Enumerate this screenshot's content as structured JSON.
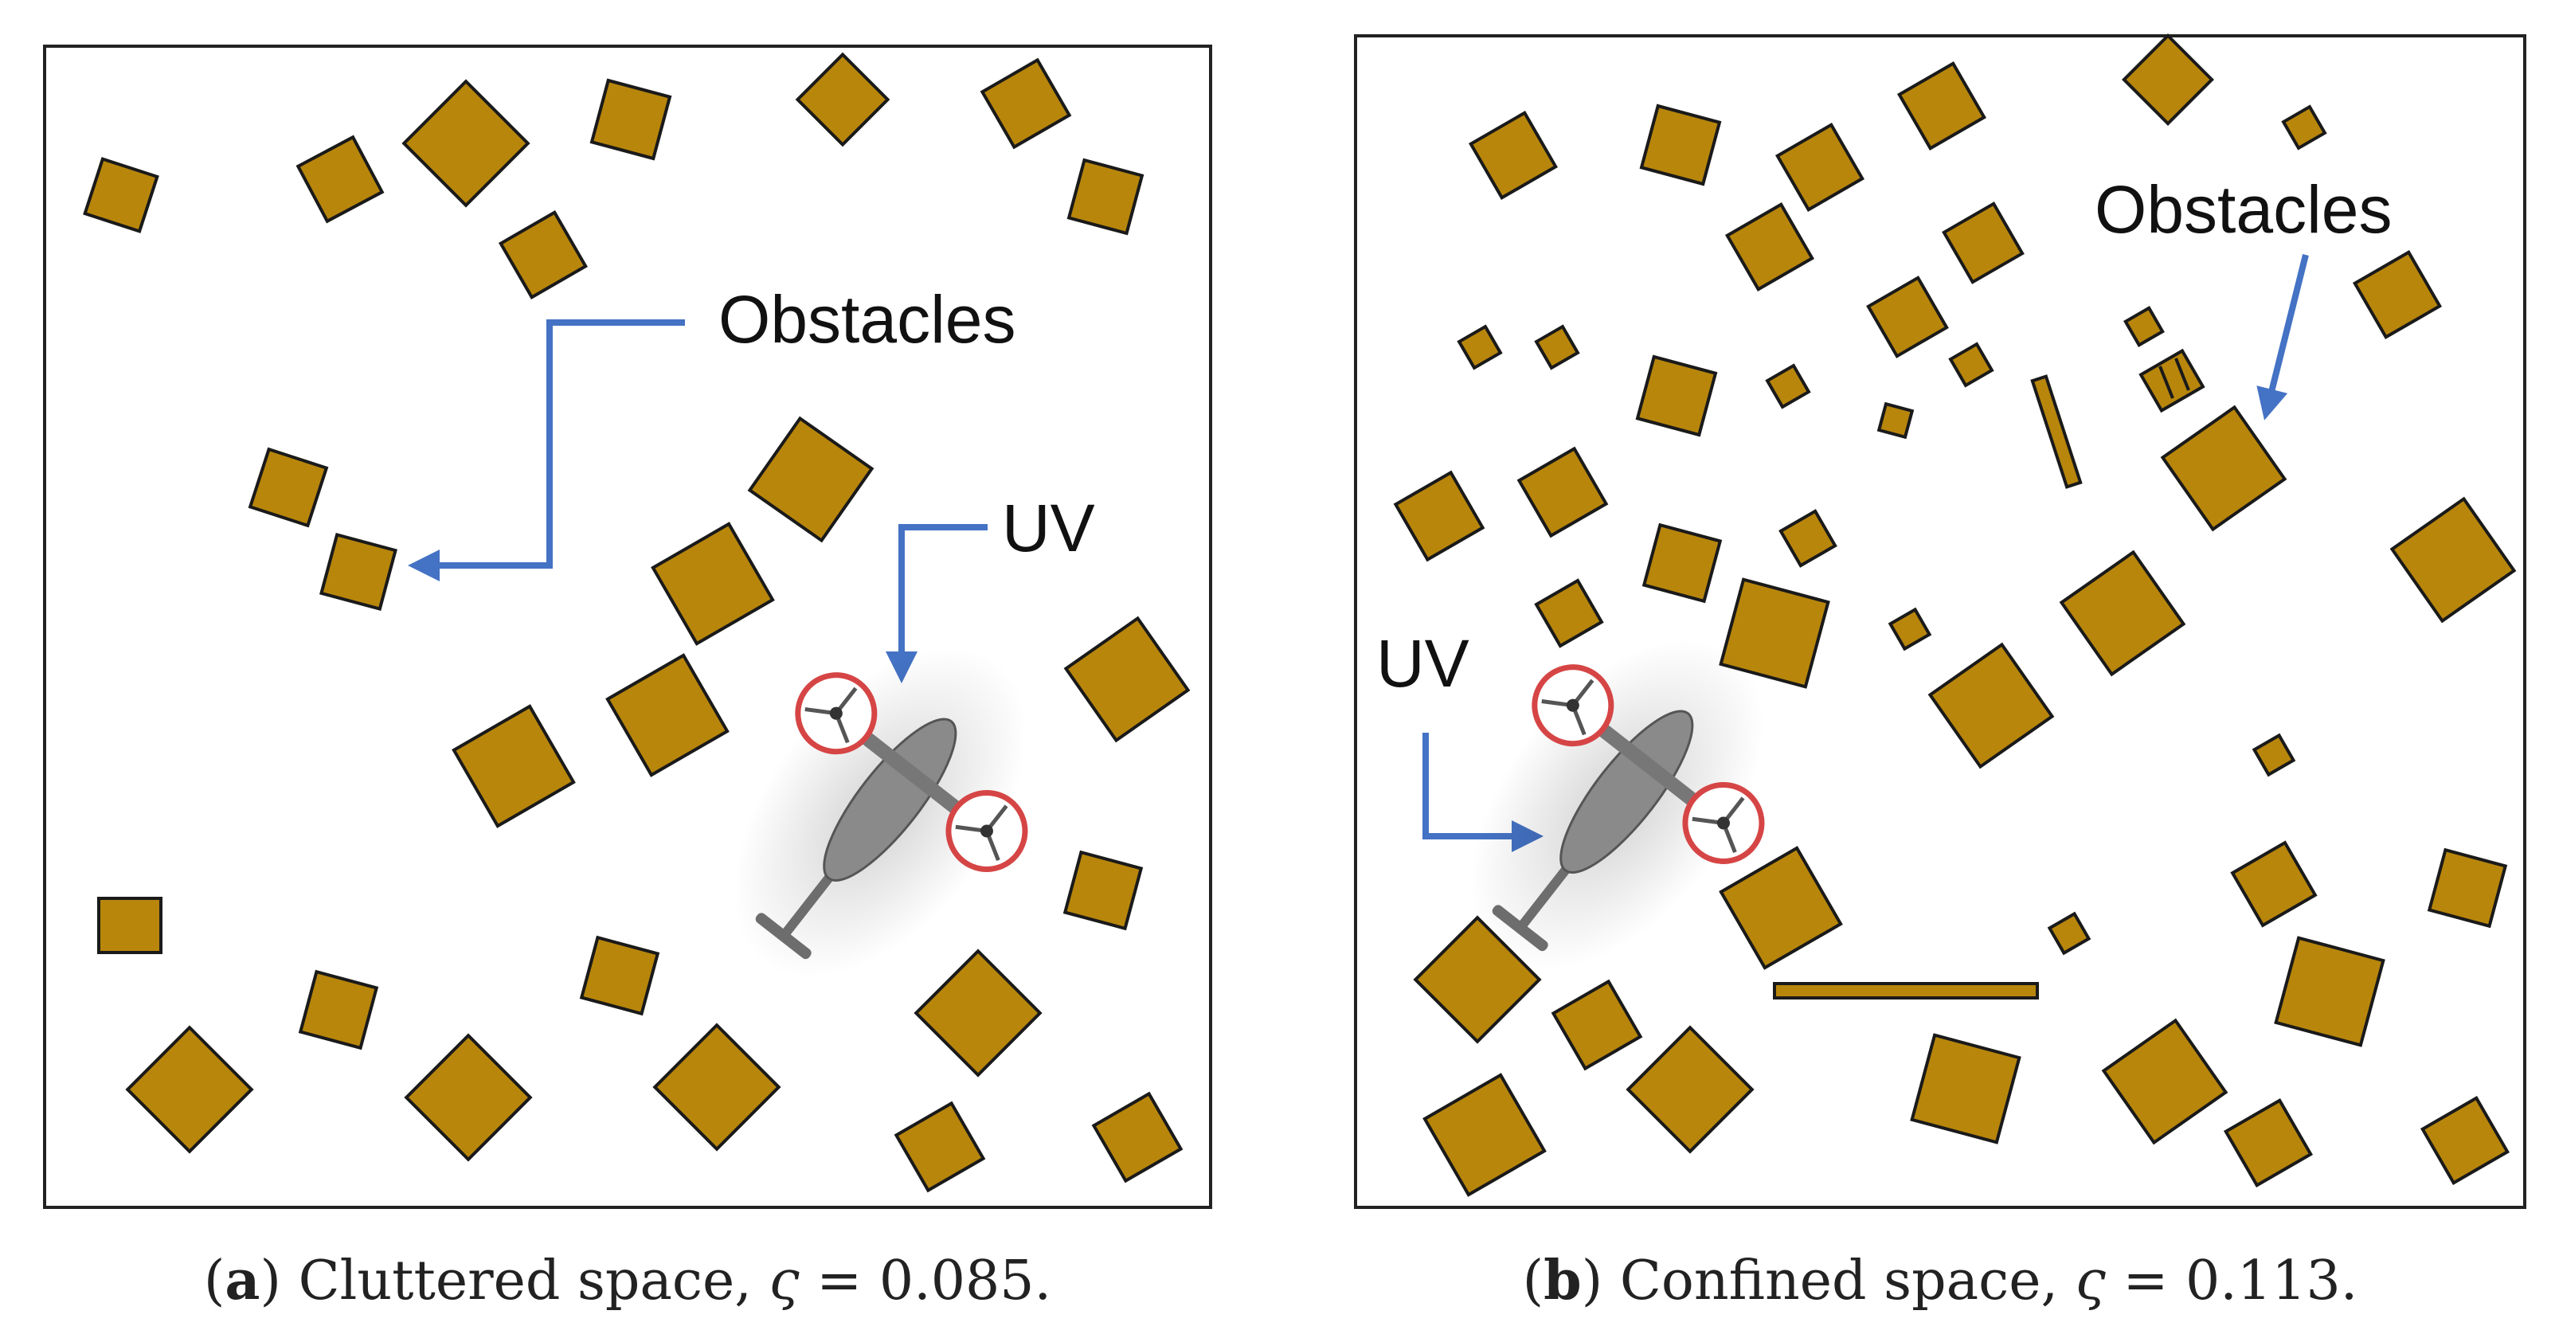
{
  "colors": {
    "obstacle_fill": "#b8860b",
    "obstacle_stroke": "#1a1a1a",
    "arrow": "#4472c4",
    "frame": "#222222",
    "rotor_ring": "#d64545",
    "uv_body": "#7a7a7a"
  },
  "panels": [
    {
      "id": "a",
      "labels": {
        "obstacles": "Obstacles",
        "uv": "UV"
      },
      "caption": {
        "letter": "a",
        "text": "Cluttered space,",
        "symbol": "ς",
        "equals": "=",
        "value": "0.085."
      }
    },
    {
      "id": "b",
      "labels": {
        "obstacles": "Obstacles",
        "uv": "UV"
      },
      "caption": {
        "letter": "b",
        "text": "Confined space,",
        "symbol": "ς",
        "equals": "=",
        "value": "0.113."
      }
    }
  ]
}
